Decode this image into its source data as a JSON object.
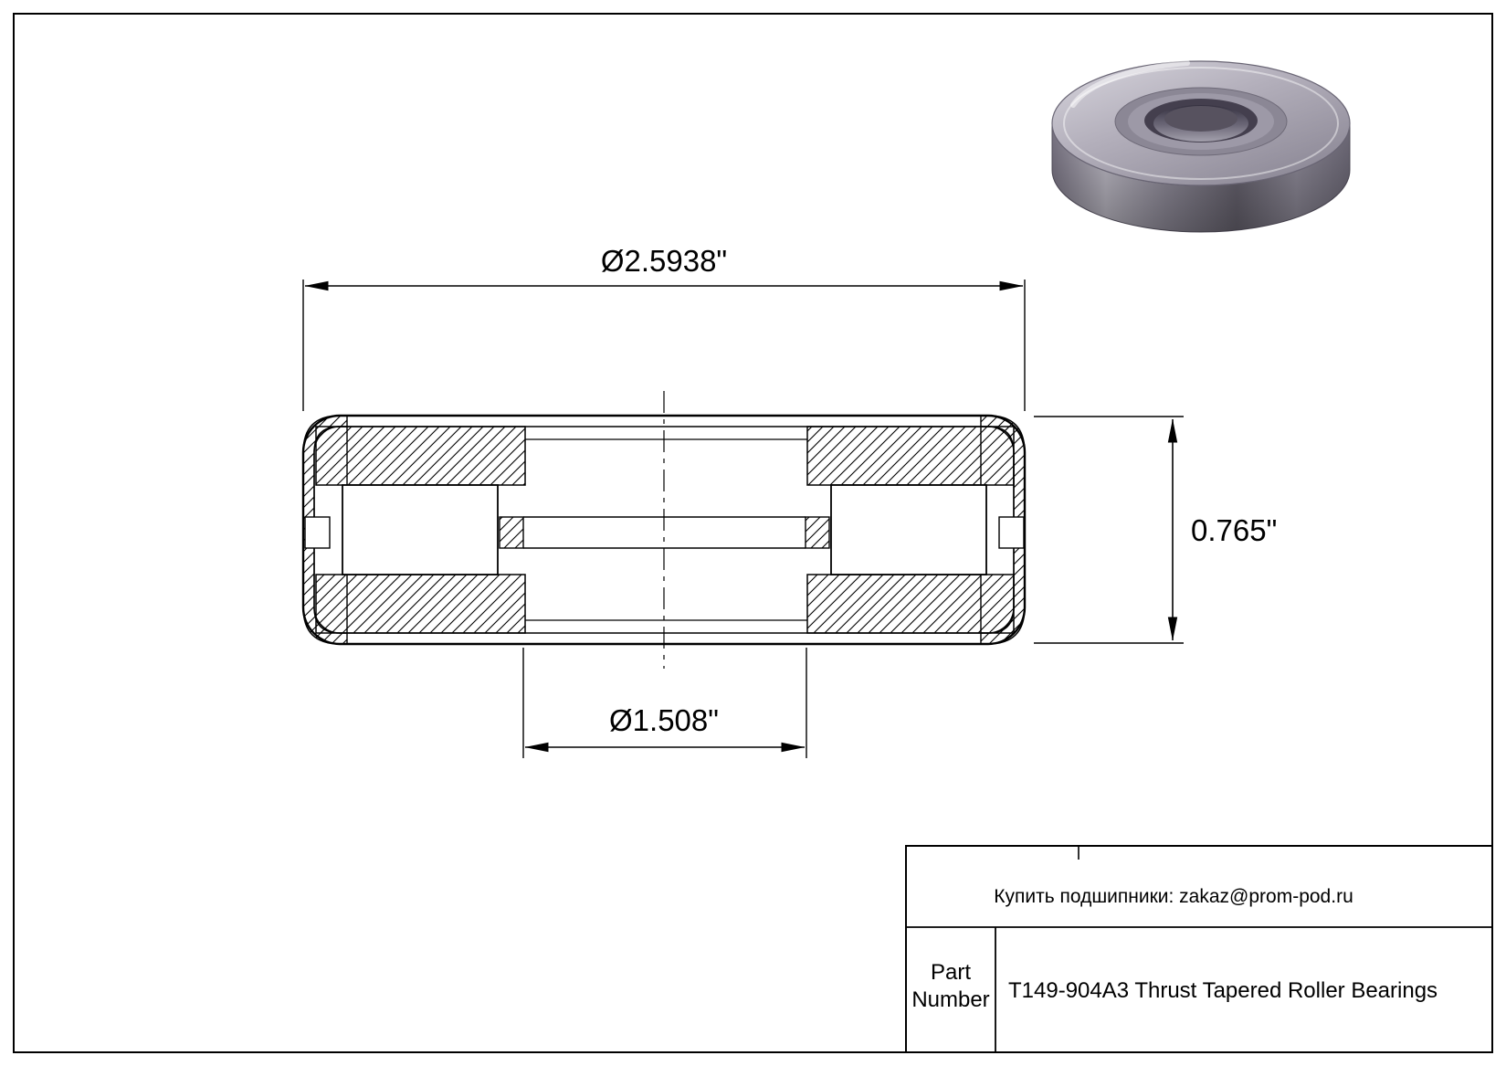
{
  "page": {
    "background_color": "#ffffff",
    "line_color": "#000000"
  },
  "drawing": {
    "outer_diameter_label": "Ø2.5938\"",
    "inner_diameter_label": "Ø1.508\"",
    "height_label": "0.765\""
  },
  "title_block": {
    "contact_line": "Купить подшипники: zakaz@prom-pod.ru",
    "part_label_line1": "Part",
    "part_label_line2": "Number",
    "description": "T149-904A3 Thrust Tapered Roller Bearings"
  },
  "render": {
    "metal_light": "#c6c3cd",
    "metal_mid": "#9a96a4",
    "metal_dark": "#635f6d",
    "bore_dark": "#443f4e"
  }
}
